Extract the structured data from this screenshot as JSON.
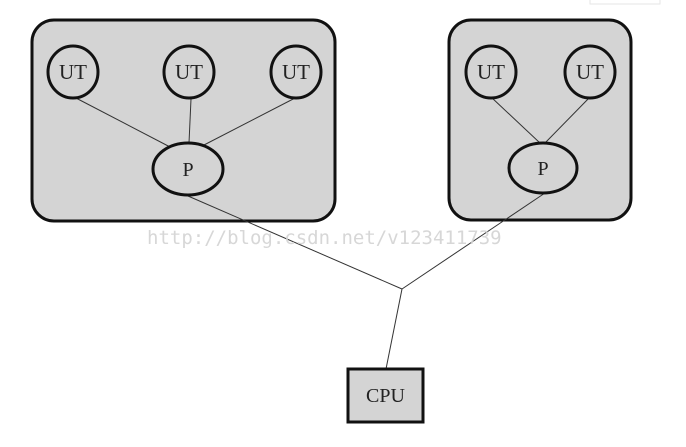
{
  "diagram": {
    "ut_label": "UT",
    "processor_label": "P",
    "cpu_label": "CPU",
    "watermark": "http://blog.csdn.net/v123411739"
  },
  "colors": {
    "group_fill": "#d4d4d4",
    "node_fill": "#d4d4d4",
    "stroke": "#111111",
    "line": "#333333",
    "background": "#ffffff"
  }
}
